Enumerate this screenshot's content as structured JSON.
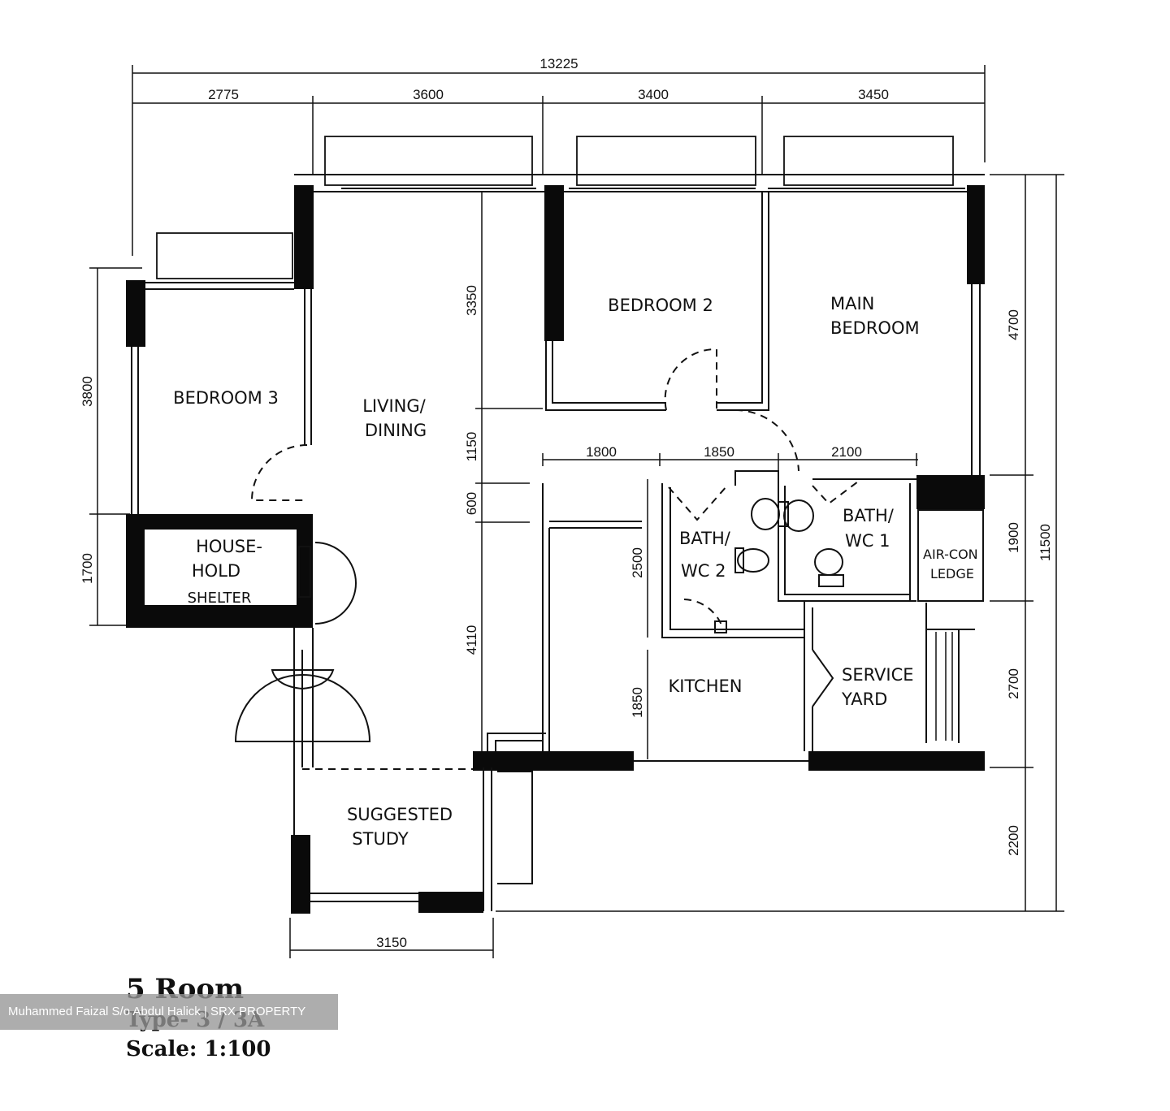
{
  "plan": {
    "dimensions": {
      "overall_width": "13225",
      "top_1": "2775",
      "top_2": "3600",
      "top_3": "3400",
      "top_4": "3450",
      "right_1": "4700",
      "right_2": "1900",
      "right_3": "2700",
      "right_4": "2200",
      "right_total": "11500",
      "left_1": "3800",
      "left_2": "1700",
      "inner_1": "3350",
      "inner_2": "1150",
      "inner_3": "600",
      "inner_4": "4110",
      "bath_1": "1800",
      "bath_2": "1850",
      "bath_3": "2100",
      "bath_height": "2500",
      "kitchen_height": "1850",
      "bottom": "3150"
    },
    "rooms": {
      "bedroom_3": "BEDROOM 3",
      "living_line1": "LIVING/",
      "living_line2": "DINING",
      "bedroom_2": "BEDROOM 2",
      "main_line1": "MAIN",
      "main_line2": "BEDROOM",
      "household_line1": "HOUSE-",
      "household_line2": "HOLD",
      "household_line3": "SHELTER",
      "bath2_line1": "BATH/",
      "bath2_line2": "WC 2",
      "bath1_line1": "BATH/",
      "bath1_line2": "WC 1",
      "aircon_line1": "AIR-CON",
      "aircon_line2": "LEDGE",
      "kitchen": "KITCHEN",
      "service_line1": "SERVICE",
      "service_line2": "YARD",
      "study_line1": "SUGGESTED",
      "study_line2": "STUDY"
    }
  },
  "title": {
    "name": "5 Room",
    "type": "Type- 3 / 3A",
    "scale": "Scale: 1:100"
  },
  "watermark": "Muhammed Faizal S/o Abdul Halick | SRX PROPERTY"
}
